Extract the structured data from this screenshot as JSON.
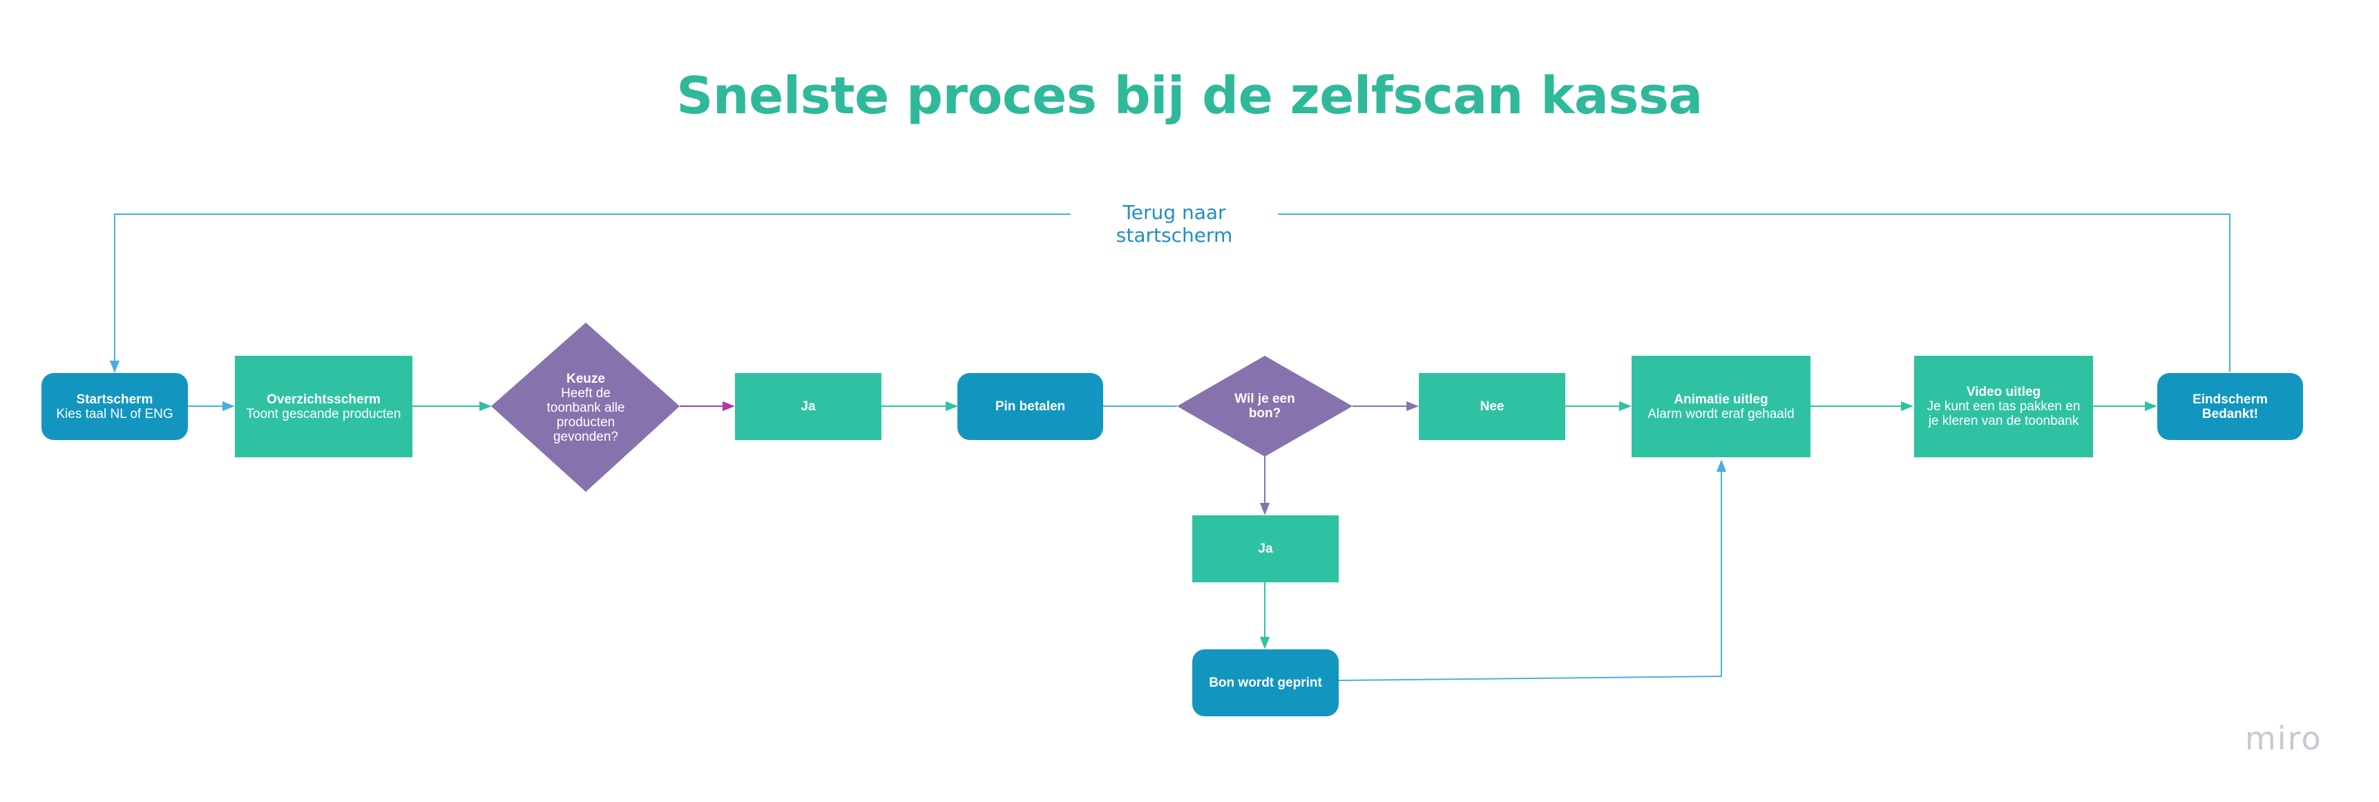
{
  "title": "Snelste proces bij de zelfscan kassa",
  "loop_label": "Terug naar startscherm",
  "colors": {
    "title": "#2fb99a",
    "process_rect": "#2fc2a2",
    "terminal": "#1296bf",
    "decision": "#8673ad",
    "connector_blue": "#47b0e0",
    "connector_green": "#2fc2a2",
    "connector_purple": "#8673ad",
    "connector_magenta": "#b03aa0"
  },
  "nodes": {
    "startscherm": {
      "title": "Startscherm",
      "sub": "Kies taal NL of ENG"
    },
    "overzicht": {
      "title": "Overzichtsscherm",
      "sub": "Toont gescande producten"
    },
    "keuze": {
      "title": "Keuze",
      "sub": "Heeft de toonbank alle producten gevonden?"
    },
    "ja1": {
      "title": "Ja"
    },
    "pin": {
      "title": "Pin betalen"
    },
    "bon_vraag": {
      "title": "Wil je een bon?"
    },
    "nee": {
      "title": "Nee"
    },
    "animatie": {
      "title": "Animatie uitleg",
      "sub": "Alarm wordt eraf gehaald"
    },
    "video": {
      "title": "Video uitleg",
      "sub": "Je kunt een tas pakken en je kleren van de toonbank"
    },
    "eindscherm": {
      "title": "Eindscherm",
      "sub": "Bedankt!"
    },
    "ja2": {
      "title": "Ja"
    },
    "bon_print": {
      "title": "Bon wordt geprint"
    }
  },
  "brand": {
    "logo": "miro"
  }
}
